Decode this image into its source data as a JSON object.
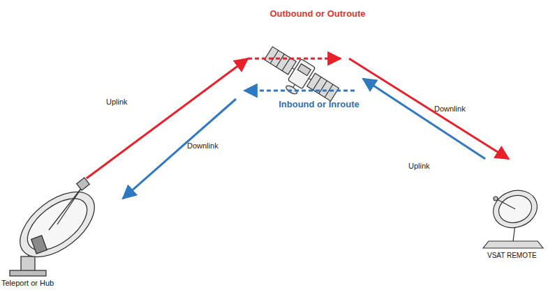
{
  "diagram": {
    "nodes": [
      {
        "text": [
          "Teleport or Hub"
        ]
      },
      {
        "text": [
          "VSAT REMOTE"
        ]
      }
    ],
    "edges": [
      {
        "from": 0,
        "to": 1,
        "arrow": "to",
        "label": "Outbound or Outroute"
      },
      {
        "from": 1,
        "to": 0,
        "arrow": "to",
        "label": "Inbound or Inroute"
      }
    ],
    "labels": [
      "Uplink",
      "Downlink",
      "Downlink",
      "Uplink"
    ]
  }
}
